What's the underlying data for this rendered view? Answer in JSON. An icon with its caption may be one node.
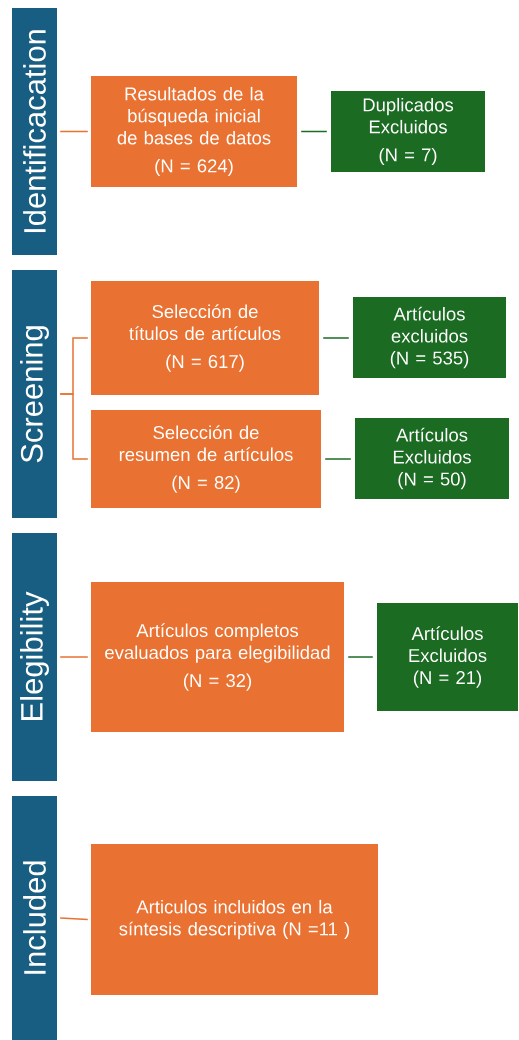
{
  "diagram": {
    "nodes": [
      {
        "text": [
          "Identificacation"
        ]
      },
      {
        "text": [
          "Resultados de la búsqueda inicial de bases de datos",
          "(N = 624)"
        ]
      },
      {
        "text": [
          "Duplicados Excluidos",
          "(N = 7)"
        ]
      },
      {
        "text": [
          "Screening"
        ]
      },
      {
        "text": [
          "Selección de títulos de artículos",
          "(N = 617)"
        ]
      },
      {
        "text": [
          "Artículos excluidos (N = 535)"
        ]
      },
      {
        "text": [
          "Selección de resumen de artículos",
          "(N = 82)"
        ]
      },
      {
        "text": [
          "Artículos Excluidos (N = 50)"
        ]
      },
      {
        "text": [
          "Elegibility"
        ]
      },
      {
        "text": [
          "Artículos completos evaluados para elegibilidad",
          "(N = 32)"
        ]
      },
      {
        "text": [
          "Artículos Excluidos (N = 21)"
        ]
      },
      {
        "text": [
          "Included"
        ]
      },
      {
        "text": [
          "Articulos incluidos en la síntesis descriptiva (N =11 )"
        ]
      }
    ],
    "edges": [
      {
        "from": 0,
        "to": 1,
        "arrow": "none"
      },
      {
        "from": 1,
        "to": 2,
        "arrow": "none",
        "color": "#1b6b23"
      },
      {
        "from": 3,
        "to": 4,
        "arrow": "none"
      },
      {
        "from": 3,
        "to": 6,
        "arrow": "none"
      },
      {
        "from": 4,
        "to": 5,
        "arrow": "none",
        "color": "#1b6b23"
      },
      {
        "from": 6,
        "to": 7,
        "arrow": "none",
        "color": "#1b6b23"
      },
      {
        "from": 8,
        "to": 9,
        "arrow": "none"
      },
      {
        "from": 9,
        "to": 10,
        "arrow": "none",
        "color": "#1b6b23"
      },
      {
        "from": 11,
        "to": 12,
        "arrow": "none"
      }
    ]
  }
}
